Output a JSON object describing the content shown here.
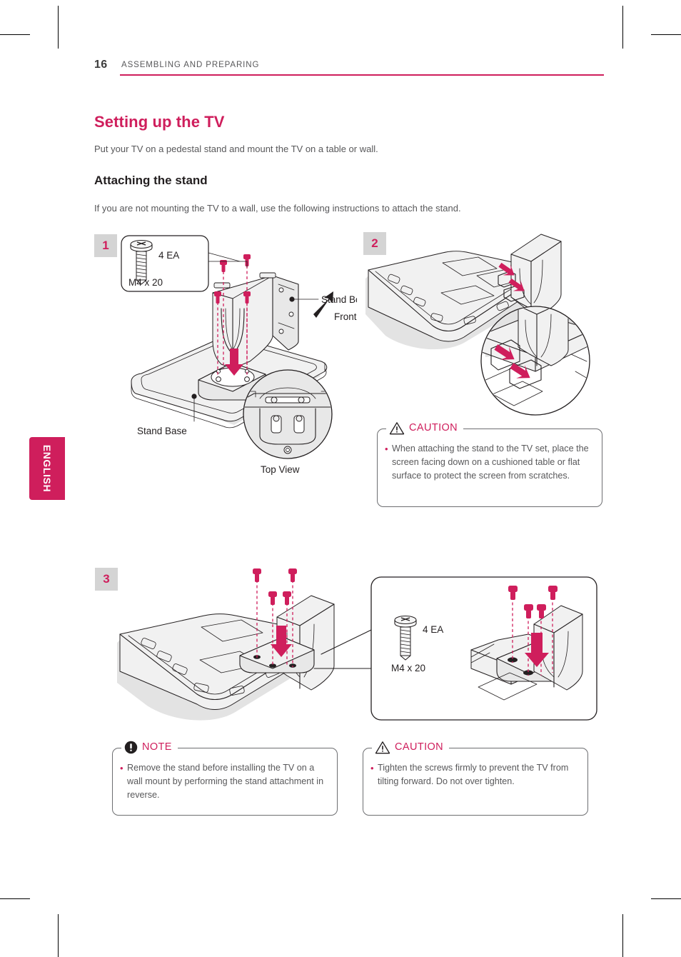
{
  "document": {
    "page_number": "16",
    "header_title": "ASSEMBLING AND PREPARING",
    "language_tab": "ENGLISH",
    "accent_color": "#cf1e5c",
    "text_color": "#58585a"
  },
  "main": {
    "section_title": "Setting up the TV",
    "section_intro": "Put your TV on a pedestal stand and mount the TV on a table or wall.",
    "sub_title": "Attaching the stand",
    "sub_intro": "If you are not mounting the TV to a wall, use the following instructions to attach the stand."
  },
  "steps": [
    {
      "number": "1",
      "screw_quantity": "4 EA",
      "screw_spec": "M4 x 20",
      "labels": {
        "stand_body": "Stand Body",
        "front": "Front",
        "stand_base": "Stand Base",
        "top_view": "Top View"
      }
    },
    {
      "number": "2"
    },
    {
      "number": "3",
      "screw_quantity": "4 EA",
      "screw_spec": "M4 x 20"
    }
  ],
  "callouts": [
    {
      "id": "caution-step2",
      "type": "caution",
      "icon": "warning-triangle-icon",
      "label": "CAUTION",
      "items": [
        "When attaching the stand to the TV set, place the screen facing down on a cushioned table or flat surface to protect the screen from scratches."
      ]
    },
    {
      "id": "note-step3",
      "type": "note",
      "icon": "exclamation-circle-icon",
      "label": "NOTE",
      "items": [
        "Remove the stand before installing the TV on a wall mount by performing the stand attachment in reverse."
      ]
    },
    {
      "id": "caution-step3",
      "type": "caution",
      "icon": "warning-triangle-icon",
      "label": "CAUTION",
      "items": [
        "Tighten the screws firmly to prevent the TV from tilting forward. Do not over tighten."
      ]
    }
  ]
}
